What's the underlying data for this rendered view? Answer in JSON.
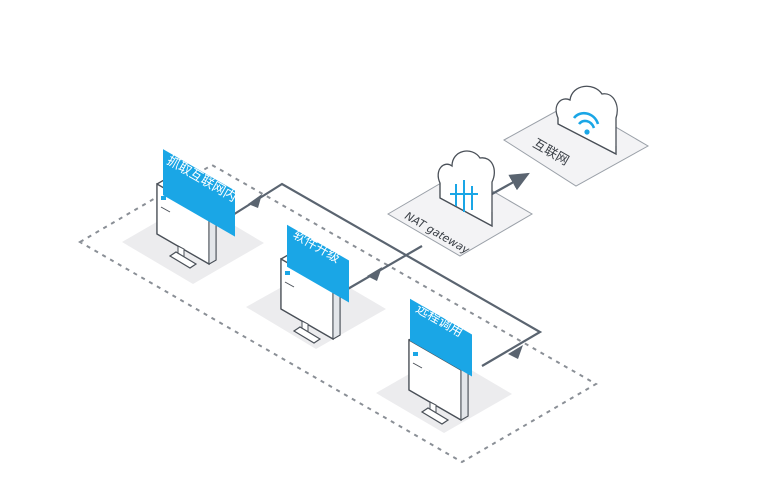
{
  "labels": {
    "pc1": "抓取互联网内",
    "pc2": "软件升级",
    "pc3": "远程调用",
    "gateway": "NAT gateway",
    "internet": "互联网"
  },
  "colors": {
    "accent": "#1aa6e6",
    "line": "#5a6470",
    "dash": "#8a8f96",
    "plate": "#ececee",
    "outline": "#4a5058"
  },
  "icons": [
    "computer-icon",
    "nat-gateway-cloud-icon",
    "wifi-cloud-icon",
    "arrow-icon"
  ]
}
